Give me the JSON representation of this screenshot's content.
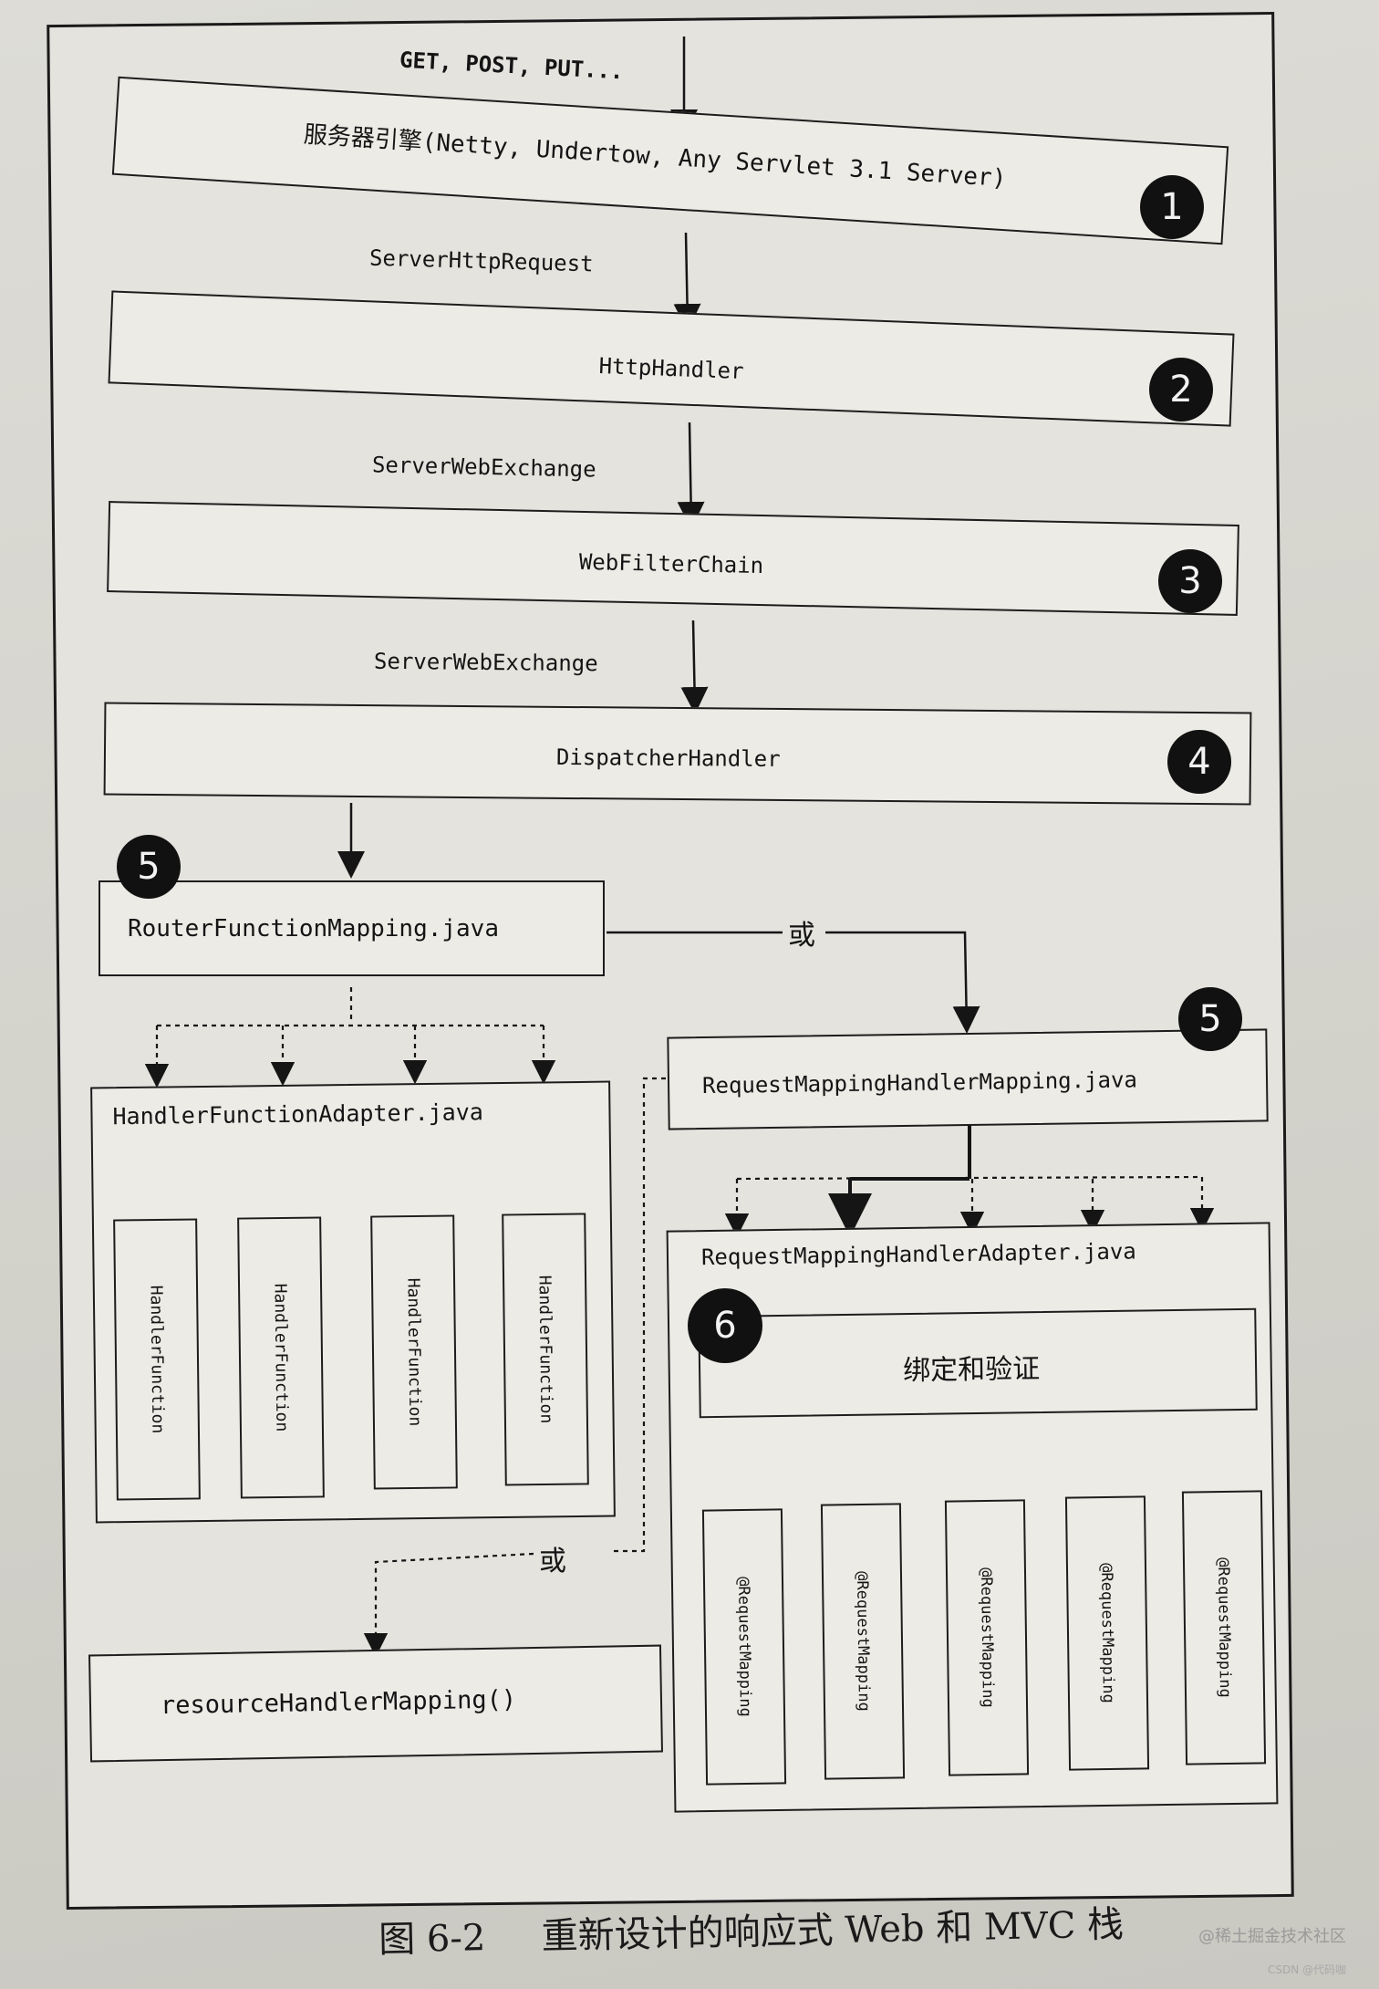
{
  "labels": {
    "methods": "GET, POST, PUT...",
    "server_engine": "服务器引擎(Netty, Undertow, Any Servlet 3.1 Server)",
    "server_http_request": "ServerHttpRequest",
    "http_handler": "HttpHandler",
    "server_web_exchange_1": "ServerWebExchange",
    "web_filter_chain": "WebFilterChain",
    "server_web_exchange_2": "ServerWebExchange",
    "dispatcher_handler": "DispatcherHandler",
    "router_function_mapping": "RouterFunctionMapping.java",
    "or_1": "或",
    "request_mapping_handler_mapping": "RequestMappingHandlerMapping.java",
    "handler_function_adapter": "HandlerFunctionAdapter.java",
    "handler_function": "HandlerFunction",
    "request_mapping_handler_adapter": "RequestMappingHandlerAdapter.java",
    "binding_validation": "绑定和验证",
    "request_mapping": "@RequestMapping",
    "or_2": "或",
    "resource_handler_mapping": "resourceHandlerMapping()"
  },
  "badges": {
    "b1": "1",
    "b2": "2",
    "b3": "3",
    "b4": "4",
    "b5a": "5",
    "b5b": "5",
    "b6": "6"
  },
  "caption": {
    "number": "图 6-2",
    "text": "重新设计的响应式 Web 和 MVC 栈"
  },
  "watermark": "@稀土掘金技术社区",
  "watermark_small": "CSDN @代码咖"
}
